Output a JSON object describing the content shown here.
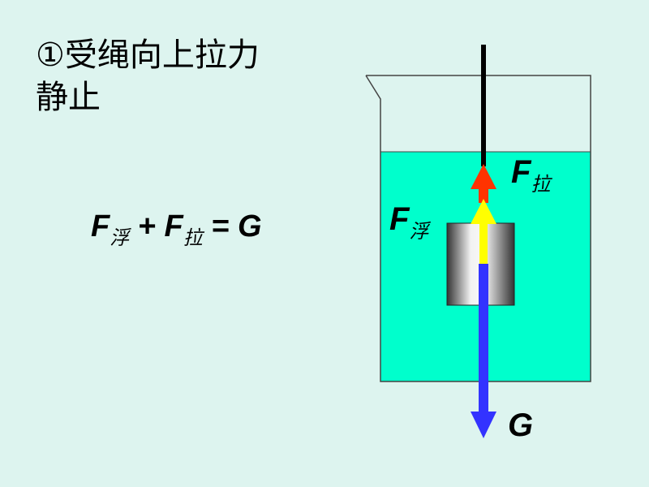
{
  "title": {
    "line1": "①受绳向上拉力",
    "line2": "静止"
  },
  "equation": {
    "f1": "F",
    "f1_sub": "浮",
    "plus": " + ",
    "f2": "F",
    "f2_sub": "拉",
    "equals": " = G"
  },
  "labels": {
    "pull": {
      "main": "F",
      "sub": "拉"
    },
    "buoyancy": {
      "main": "F",
      "sub": "浮"
    },
    "gravity": "G"
  },
  "colors": {
    "background": "#ddf4ef",
    "water": "#00ffcc",
    "pull_arrow": "#ff3300",
    "buoyancy_arrow": "#ffff00",
    "gravity_arrow": "#3333ff"
  }
}
